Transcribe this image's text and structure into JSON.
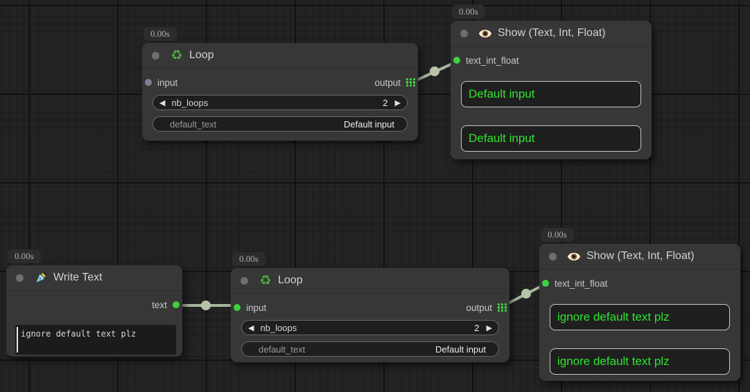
{
  "colors": {
    "canvas_bg": "#232323",
    "node_bg": "#373737",
    "accent_green": "#3fd23f",
    "display_text_green": "#2ee62e",
    "link_wire": "#a8b89d",
    "muted_slot": "#80809a"
  },
  "nodes": [
    {
      "id": "loop-top",
      "badge": "0.00s",
      "icon": "recycle-icon",
      "icon_glyph": "♻",
      "title": "Loop",
      "inputs": [
        {
          "label": "input",
          "connected": false
        }
      ],
      "outputs": [
        {
          "label": "output",
          "shape": "grid"
        }
      ],
      "widgets": {
        "nb_loops": {
          "label": "nb_loops",
          "value": "2",
          "type": "number"
        },
        "default_text": {
          "label": "default_text",
          "value": "Default input",
          "type": "text"
        }
      }
    },
    {
      "id": "show-top",
      "badge": "0.00s",
      "icon": "eye-icon",
      "title": "Show (Text, Int, Float)",
      "inputs": [
        {
          "label": "text_int_float",
          "connected": true
        }
      ],
      "displays": [
        "Default input",
        "Default input"
      ]
    },
    {
      "id": "write-text",
      "badge": "0.00s",
      "icon": "pen-icon",
      "title": "Write Text",
      "outputs": [
        {
          "label": "text"
        }
      ],
      "textarea": {
        "value": "ignore default text plz"
      }
    },
    {
      "id": "loop-bottom",
      "badge": "0.00s",
      "icon": "recycle-icon",
      "icon_glyph": "♻",
      "title": "Loop",
      "inputs": [
        {
          "label": "input",
          "connected": true
        }
      ],
      "outputs": [
        {
          "label": "output",
          "shape": "grid"
        }
      ],
      "widgets": {
        "nb_loops": {
          "label": "nb_loops",
          "value": "2",
          "type": "number"
        },
        "default_text": {
          "label": "default_text",
          "value": "Default input",
          "type": "text"
        }
      }
    },
    {
      "id": "show-bottom",
      "badge": "0.00s",
      "icon": "eye-icon",
      "title": "Show (Text, Int, Float)",
      "inputs": [
        {
          "label": "text_int_float",
          "connected": true
        }
      ],
      "displays": [
        "ignore default text plz",
        "ignore default text plz"
      ]
    }
  ],
  "links": [
    {
      "from": "loop-top.output",
      "to": "show-top.text_int_float"
    },
    {
      "from": "write-text.text",
      "to": "loop-bottom.input"
    },
    {
      "from": "loop-bottom.output",
      "to": "show-bottom.text_int_float"
    }
  ]
}
